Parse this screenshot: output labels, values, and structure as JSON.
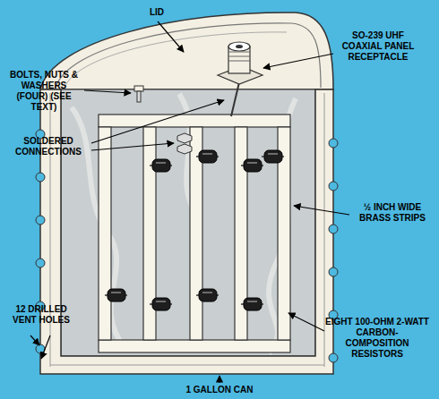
{
  "diagram": {
    "labels": [
      "LID",
      "BOLTS, NUTS & WASHERS (FOUR) (SEE TEXT)",
      "SO-239 UHF COAXIAL PANEL RECEPTACLE",
      "SOLDERED CONNECTIONS",
      "½ INCH WIDE BRASS STRIPS",
      "12 DRILLED VENT HOLES",
      "EIGHT 100-OHM 2-WATT CARBON-COMPOSITION RESISTORS",
      "1 GALLON CAN"
    ]
  }
}
